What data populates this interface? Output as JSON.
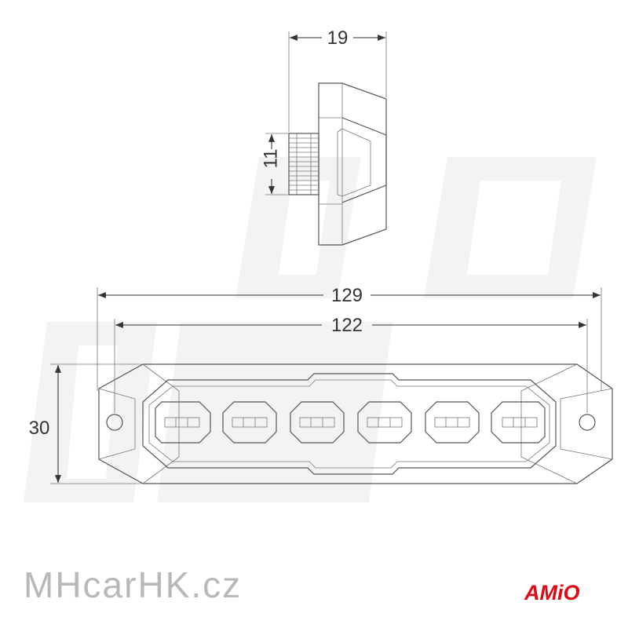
{
  "dimensions": {
    "depth": "19",
    "connector": "11",
    "overall_length": "129",
    "hole_spacing": "122",
    "height": "30"
  },
  "brand_watermark": "MHcarHK.cz",
  "logo_text": "AMiO",
  "colors": {
    "line": "#555555",
    "dimension": "#333333",
    "brand_text": "#b8b8b8",
    "logo": "#e30613",
    "watermark": "#f2f2f2"
  }
}
